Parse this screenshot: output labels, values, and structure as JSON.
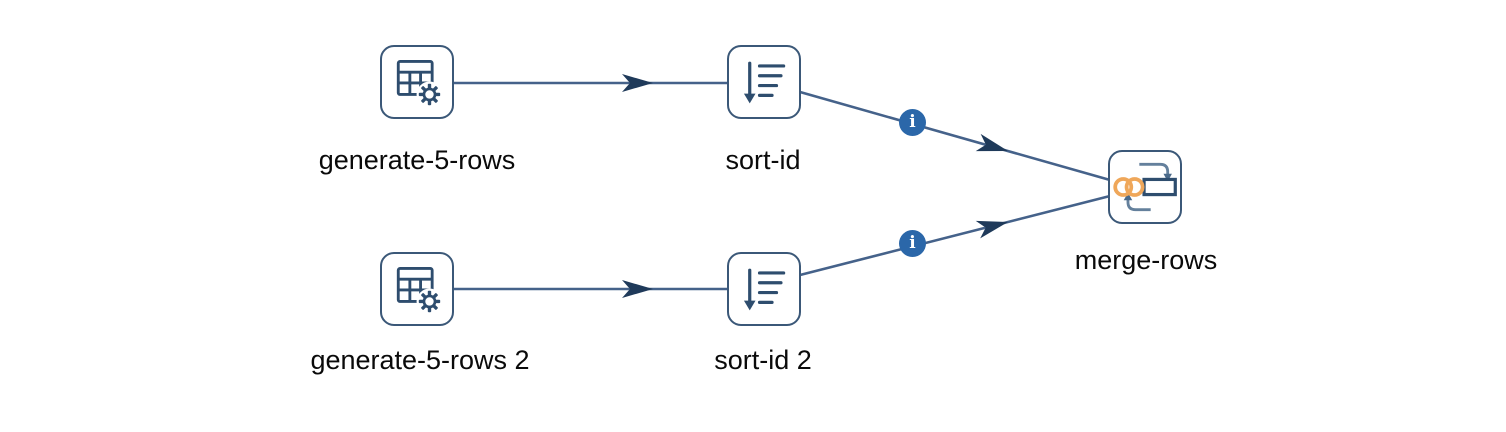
{
  "diagram": {
    "title": "workflow-pipeline-canvas",
    "nodes": [
      {
        "id": "generate-5-rows",
        "label": "generate-5-rows",
        "icon": "table-gear-icon"
      },
      {
        "id": "sort-id",
        "label": "sort-id",
        "icon": "sort-descending-icon"
      },
      {
        "id": "generate-5-rows-2",
        "label": "generate-5-rows 2",
        "icon": "table-gear-icon"
      },
      {
        "id": "sort-id-2",
        "label": "sort-id 2",
        "icon": "sort-descending-icon"
      },
      {
        "id": "merge-rows",
        "label": "merge-rows",
        "icon": "merge-join-icon"
      }
    ],
    "edges": [
      {
        "from": "generate-5-rows",
        "to": "sort-id",
        "info_badge": false
      },
      {
        "from": "generate-5-rows 2",
        "to": "sort-id 2",
        "info_badge": false
      },
      {
        "from": "sort-id",
        "to": "merge-rows",
        "info_badge": true
      },
      {
        "from": "sort-id 2",
        "to": "merge-rows",
        "info_badge": true
      }
    ],
    "info_badge": {
      "glyph": "i"
    },
    "colors": {
      "background": "#ffffff",
      "edge_stroke": "#45628a",
      "arrowhead_fill": "#1f3a5a",
      "node_border": "#3b5878",
      "icon_dark": "#2e4d6e",
      "loop_gray_blue": "#64809c",
      "ring_orange": "#efa75a",
      "badge_blue": "#2b67a9",
      "label_text": "#0a0a0a"
    }
  }
}
